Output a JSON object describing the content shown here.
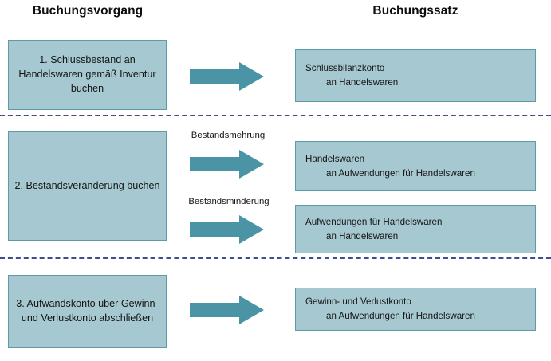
{
  "headers": {
    "left": "Buchungsvorgang",
    "right": "Buchungssatz"
  },
  "colors": {
    "box_fill": "#a6c8d0",
    "box_border": "#5f9aa8",
    "arrow_fill": "#4a94a5",
    "separator": "#3f4d8f",
    "text": "#151515",
    "background": "#ffffff"
  },
  "sections": [
    {
      "id": "section-1",
      "process": "1. Schlussbestand an Handelswaren gemäß Inventur buchen",
      "entries": [
        {
          "label": "",
          "soll": "Schlussbilanzkonto",
          "haben": "an Handelswaren"
        }
      ]
    },
    {
      "id": "section-2",
      "process": "2. Bestandsveränderung buchen",
      "entries": [
        {
          "label": "Bestandsmehrung",
          "soll": "Handelswaren",
          "haben": "an Aufwendungen für Handelswaren"
        },
        {
          "label": "Bestandsminderung",
          "soll": "Aufwendungen für Handelswaren",
          "haben": "an Handelswaren"
        }
      ]
    },
    {
      "id": "section-3",
      "process": "3. Aufwandskonto über Gewinn- und Verlustkonto abschließen",
      "entries": [
        {
          "label": "",
          "soll": "Gewinn- und Verlustkonto",
          "haben": "an Aufwendungen für Handelswaren"
        }
      ]
    }
  ]
}
